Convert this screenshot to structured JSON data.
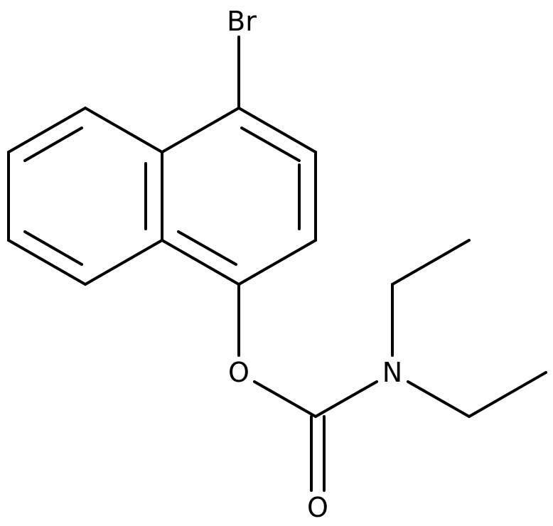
{
  "structure": {
    "atoms": {
      "bromine": "Br",
      "ester_oxygen": "O",
      "nitrogen": "N",
      "carbonyl_oxygen": "O"
    }
  }
}
